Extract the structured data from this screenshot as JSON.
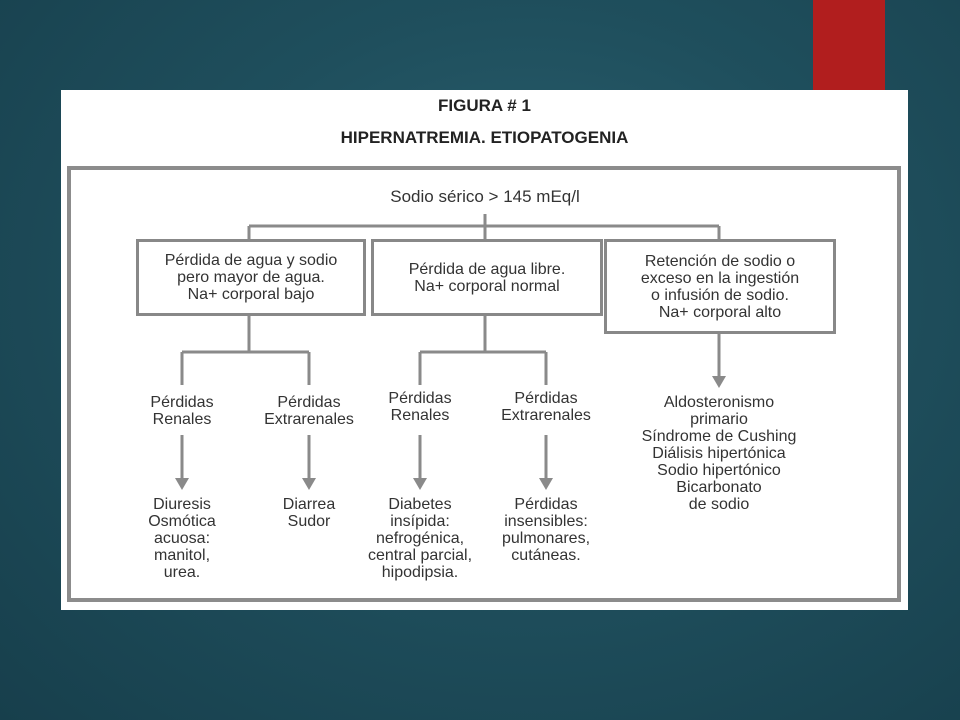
{
  "figure": {
    "number": "FIGURA # 1",
    "title": "HIPERNATREMIA. ETIOPATOGENIA"
  },
  "root": "Sodio sérico > 145 mEq/l",
  "categories": [
    {
      "label": "Pérdida de agua y sodio\npero mayor de agua.\nNa+ corporal bajo"
    },
    {
      "label": "Pérdida de agua libre.\nNa+ corporal normal"
    },
    {
      "label": "Retención de sodio  o\nexceso en la ingestión\no infusión de sodio.\nNa+ corporal alto"
    }
  ],
  "subtypes": [
    {
      "label": "Pérdidas\nRenales"
    },
    {
      "label": "Pérdidas\nExtrarenales"
    },
    {
      "label": "Pérdidas\nRenales"
    },
    {
      "label": "Pérdidas\nExtrarenales"
    }
  ],
  "causes": [
    {
      "label": "Diuresis\nOsmótica\nacuosa:\nmanitol,\nurea."
    },
    {
      "label": "Diarrea\nSudor"
    },
    {
      "label": "Diabetes\ninsípida:\nnefrogénica,\ncentral parcial,\nhipodipsia."
    },
    {
      "label": "Pérdidas\ninsensibles:\npulmonares,\ncutáneas."
    },
    {
      "label": "Aldosteronismo\nprimario\nSíndrome de Cushing\nDiálisis hipertónica\nSodio hipertónico\nBicarbonato\nde sodio"
    }
  ],
  "colors": {
    "accent": "#b11e1e",
    "background": "#1f4f5d",
    "line": "#888888"
  }
}
